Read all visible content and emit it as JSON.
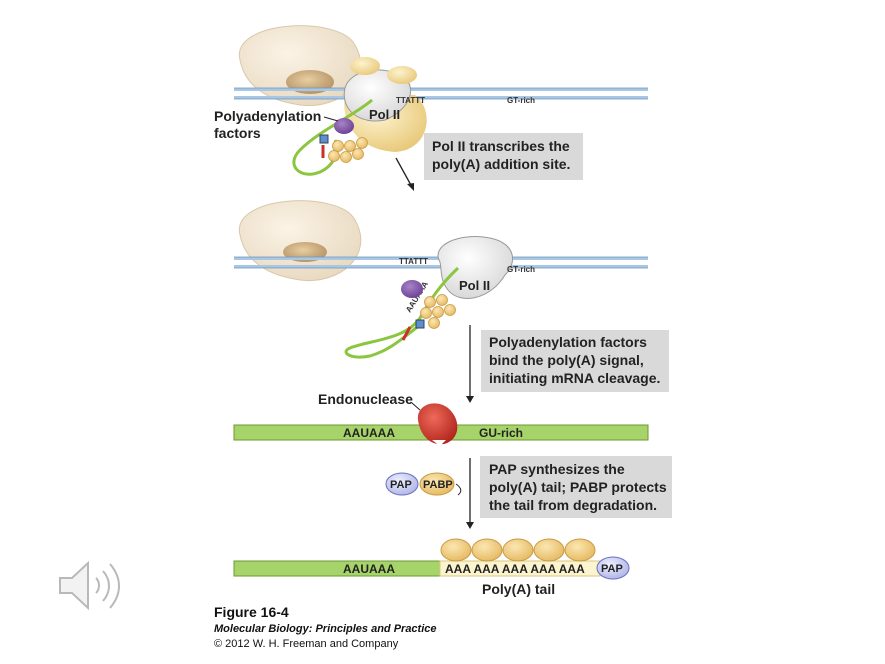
{
  "labels": {
    "polyadenylation_factors_line1": "Polyadenylation",
    "polyadenylation_factors_line2": "factors",
    "pol2_top": "Pol II",
    "pol2_mid": "Pol II",
    "ttattt_top": "TTATTT",
    "gt_rich_top": "GT-rich",
    "ttattt_mid": "TTATTT",
    "gt_rich_mid": "GT-rich",
    "auaaa_mid": "AAUAAA",
    "endonuclease": "Endonuclease",
    "auaaa_cleave": "AAUAAA",
    "gu_rich": "GU-rich",
    "pap": "PAP",
    "pabp": "PABP",
    "auaaa_final": "AAUAAA",
    "poly_a_seq": "AAA AAA AAA AAA AAA",
    "pap_final": "PAP",
    "poly_a_tail": "Poly(A) tail"
  },
  "steps": {
    "step1_line1": "Pol II transcribes the",
    "step1_line2": "poly(A) addition site.",
    "step2_line1": "Polyadenylation factors",
    "step2_line2": "bind the poly(A) signal,",
    "step2_line3": "initiating mRNA cleavage.",
    "step3_line1": "PAP synthesizes the",
    "step3_line2": "poly(A) tail; PABP protects",
    "step3_line3": "the tail from degradation."
  },
  "caption": {
    "figure": "Figure 16-4",
    "book": "Molecular Biology: Principles and Practice",
    "copyright": "© 2012 W. H. Freeman and Company"
  },
  "icons": {
    "speaker": "speaker-icon"
  },
  "colors": {
    "dna_blue": "#a9c6e3",
    "rna_green": "#8cc640",
    "factor_purple": "#7b4fa0",
    "pabp_yellow": "#f0d488",
    "pap_blue": "#c9cdf0",
    "endonuclease_red": "#c8302a",
    "box_gray": "#d9d9d9"
  }
}
